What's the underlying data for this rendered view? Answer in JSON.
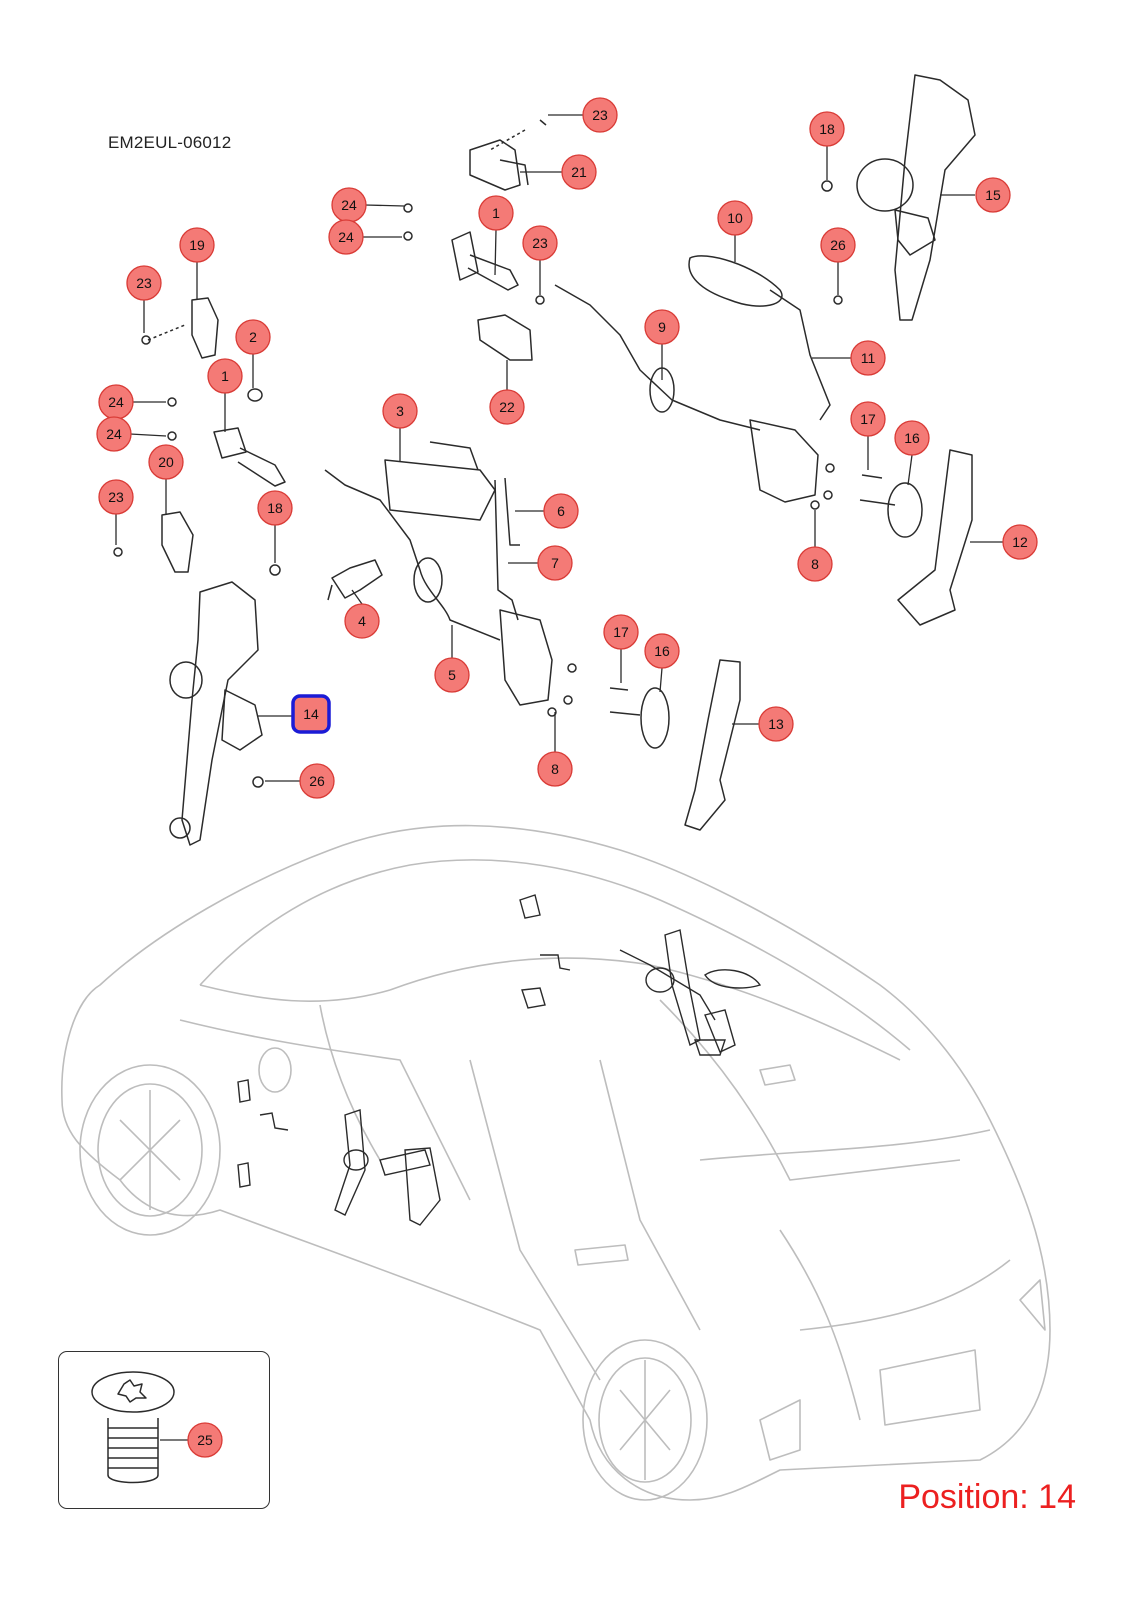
{
  "drawing_code": "EM2EUL-06012",
  "position_label": "Position: 14",
  "selected_callout": "14",
  "colors": {
    "callout_fill": "#f47a76",
    "callout_stroke": "#d93b36",
    "selected_border": "#1b1bd6",
    "position_text": "#ec2020",
    "vehicle_outline": "#bdbdbd",
    "part_stroke": "#2b2b2b"
  },
  "callouts": [
    "23",
    "21",
    "24",
    "1",
    "24",
    "19",
    "23",
    "2",
    "1",
    "24",
    "24",
    "20",
    "23",
    "18",
    "3",
    "6",
    "7",
    "4",
    "5",
    "8",
    "14",
    "26",
    "23",
    "22",
    "9",
    "10",
    "18",
    "26",
    "15",
    "11",
    "17",
    "16",
    "8",
    "12",
    "17",
    "16",
    "13",
    "25"
  ]
}
